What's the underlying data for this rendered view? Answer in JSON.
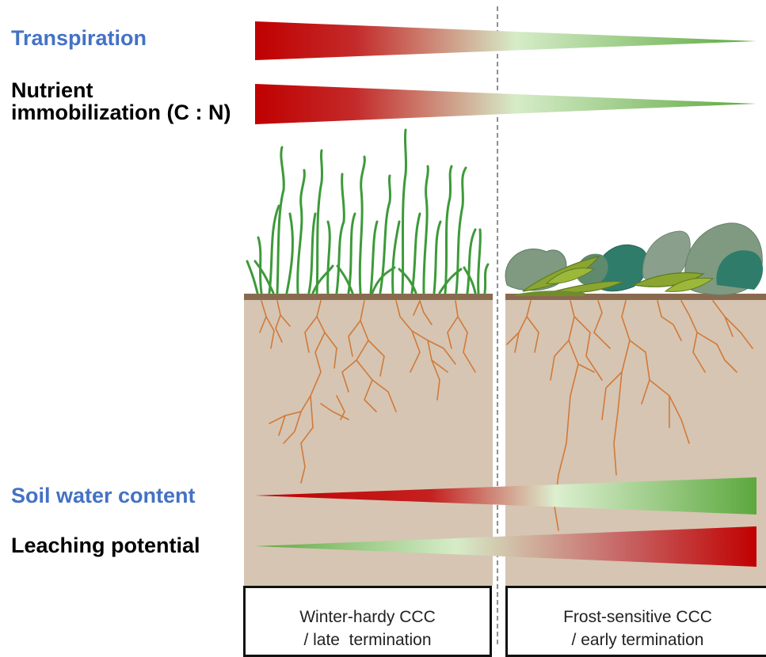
{
  "colors": {
    "label_blue": "#4472c4",
    "label_black": "#000000",
    "gradient_red": "#c00000",
    "gradient_pale_green": "#d6ecc8",
    "gradient_green": "#5ca83e",
    "soil": "#d6c5b2",
    "soil_surface": "#8a6a4f",
    "root": "#d17a3a",
    "grass": "#3d9a3a",
    "leaf_dark": "#2f7c6a",
    "leaf_grey": "#7f9a80",
    "leaf_olive": "#8aa630"
  },
  "indicators": [
    {
      "id": "transpiration",
      "label": "Transpiration",
      "label_color": "#4472c4",
      "direction": "decreasing",
      "high_end": "left",
      "color_high": "#c00000",
      "color_low": "#5ca83e"
    },
    {
      "id": "nutrient",
      "label_line1": "Nutrient",
      "label_line2": "immobilization (C : N)",
      "label_color": "#000000",
      "direction": "decreasing",
      "high_end": "left",
      "color_high": "#c00000",
      "color_low": "#5ca83e"
    },
    {
      "id": "soil_water",
      "label": "Soil water content",
      "label_color": "#4472c4",
      "direction": "increasing",
      "high_end": "right",
      "color_high": "#5ca83e",
      "color_low": "#c00000"
    },
    {
      "id": "leaching",
      "label": "Leaching potential",
      "label_color": "#000000",
      "direction": "increasing",
      "high_end": "right",
      "color_high": "#c00000",
      "color_low": "#5ca83e"
    }
  ],
  "panels": {
    "left": {
      "plant": "grass",
      "line1": "Winter-hardy CCC",
      "line2": "/ late  termination"
    },
    "right": {
      "plant": "broadleaf",
      "line1": "Frost-sensitive CCC",
      "line2": "/ early termination"
    }
  },
  "divider_icon": "dashed-line-icon"
}
